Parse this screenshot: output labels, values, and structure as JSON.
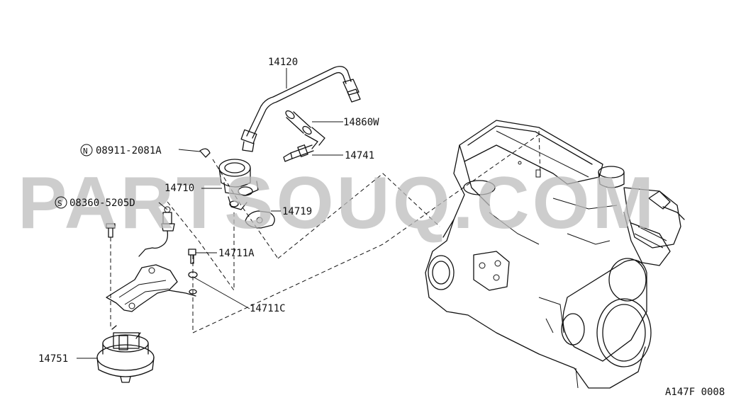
{
  "watermark": "PARTSOUQ.COM",
  "figure_code": "A147F 0008",
  "callouts": {
    "p14120": "14120",
    "p14860w": "14860W",
    "p14741": "14741",
    "p08911": "08911-2081A",
    "p08911_symbol": "N",
    "p14710": "14710",
    "p08360": "08360-5205D",
    "p08360_symbol": "S",
    "p14719": "14719",
    "p14711a": "14711A",
    "p14711c": "14711C",
    "p14751": "14751"
  }
}
